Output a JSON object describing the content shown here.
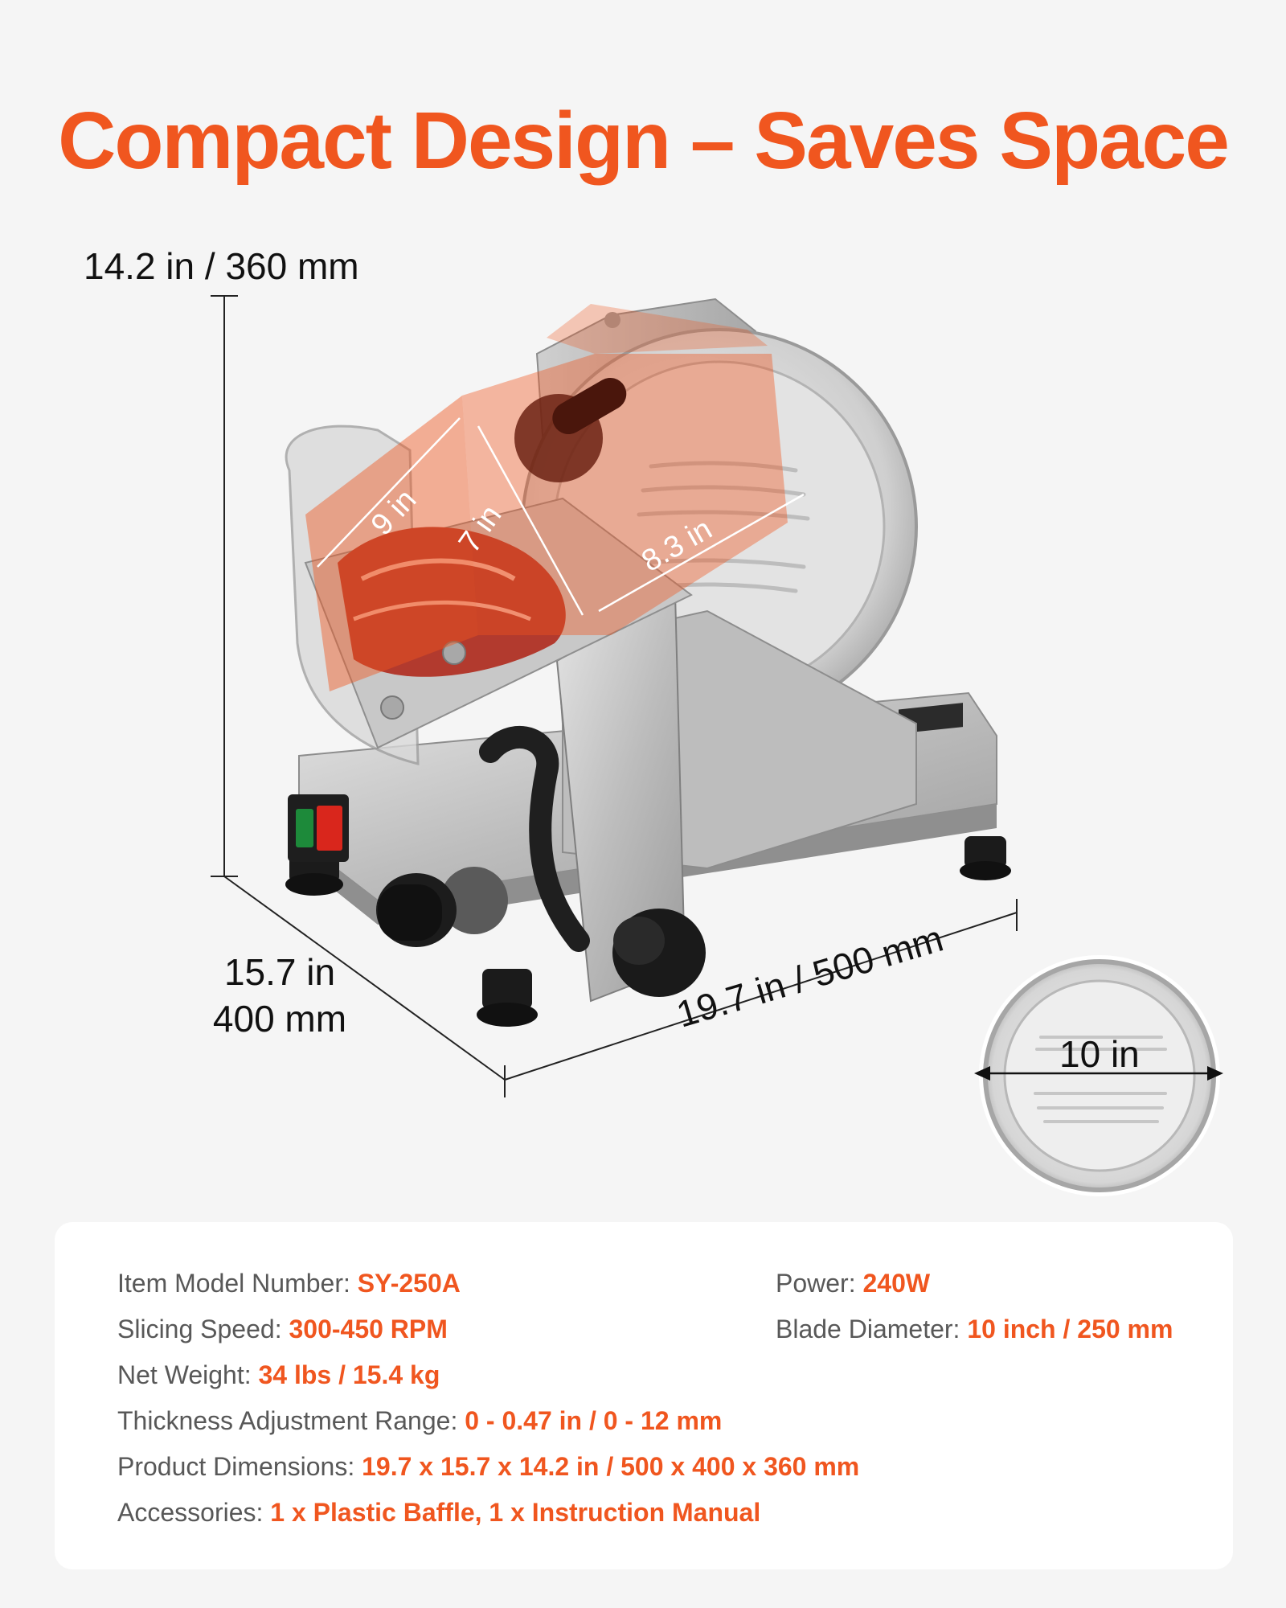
{
  "title": "Compact Design – Saves Space",
  "dimensions": {
    "height": "14.2 in / 360 mm",
    "depth_in": "15.7 in",
    "depth_mm": "400 mm",
    "width": "19.7 in / 500 mm",
    "blade": "10 in"
  },
  "tray_dims": {
    "a": "9 in",
    "b": "7 in",
    "c": "8.3 in"
  },
  "specs": {
    "model": {
      "label": "Item Model Number: ",
      "value": "SY-250A"
    },
    "power": {
      "label": "Power: ",
      "value": "240W"
    },
    "speed": {
      "label": "Slicing Speed: ",
      "value": "300-450 RPM"
    },
    "blade": {
      "label": "Blade Diameter: ",
      "value": "10 inch / 250 mm"
    },
    "weight": {
      "label": "Net Weight: ",
      "value": "34 lbs / 15.4 kg"
    },
    "thickness": {
      "label": "Thickness Adjustment Range: ",
      "value": "0 - 0.47 in / 0 - 12 mm"
    },
    "product_dims": {
      "label": "Product Dimensions: ",
      "value": "19.7 x 15.7  x 14.2 in / 500 x 400 x 360 mm"
    },
    "accessories": {
      "label": "Accessories: ",
      "value": "1 x Plastic Baffle, 1 x Instruction Manual"
    }
  },
  "colors": {
    "accent": "#f0561f",
    "background": "#f5f5f5",
    "card": "#ffffff"
  }
}
